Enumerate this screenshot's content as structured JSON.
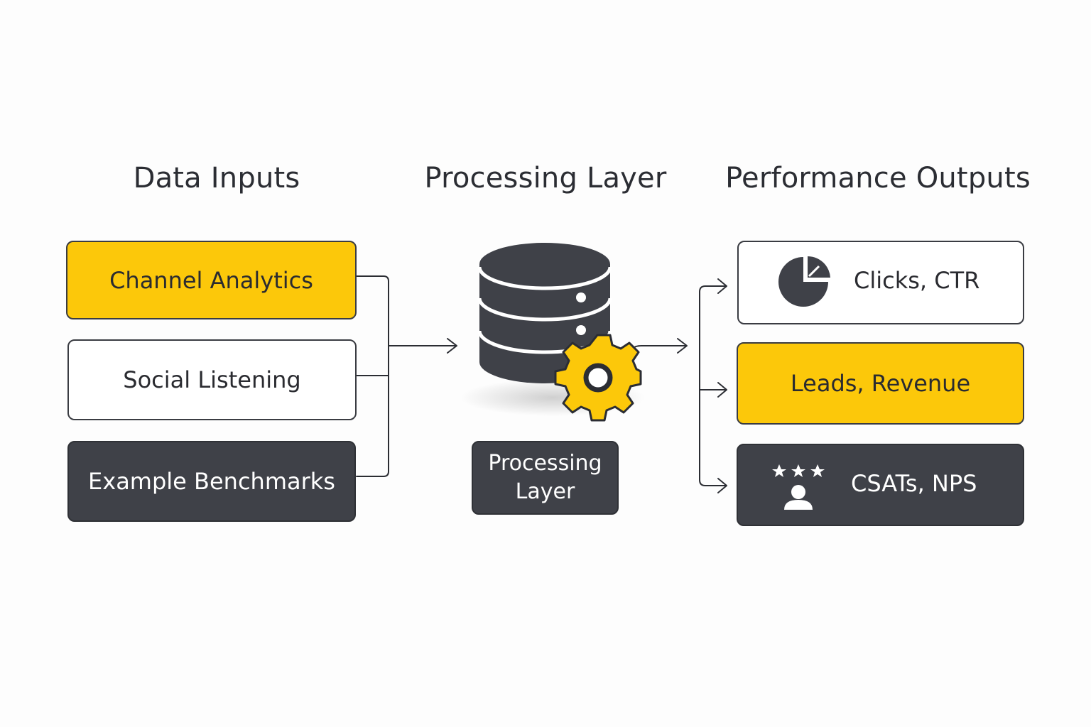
{
  "columns": {
    "inputs": {
      "title": "Data Inputs",
      "items": [
        {
          "label": "Channel Analytics"
        },
        {
          "label": "Social Listening"
        },
        {
          "label": "Example Benchmarks"
        }
      ]
    },
    "processing": {
      "title": "Processing Layer",
      "box_line1": "Processing",
      "box_line2": "Layer"
    },
    "outputs": {
      "title": "Performance Outputs",
      "items": [
        {
          "label": "Clicks, CTR",
          "icon": "pie-chart-icon"
        },
        {
          "label": "Leads, Revenue"
        },
        {
          "label": "CSATs, NPS",
          "icon": "user-rating-icon"
        }
      ]
    }
  },
  "colors": {
    "accent_yellow": "#fcc80a",
    "dark": "#3f4148",
    "line": "#2b2d33"
  }
}
